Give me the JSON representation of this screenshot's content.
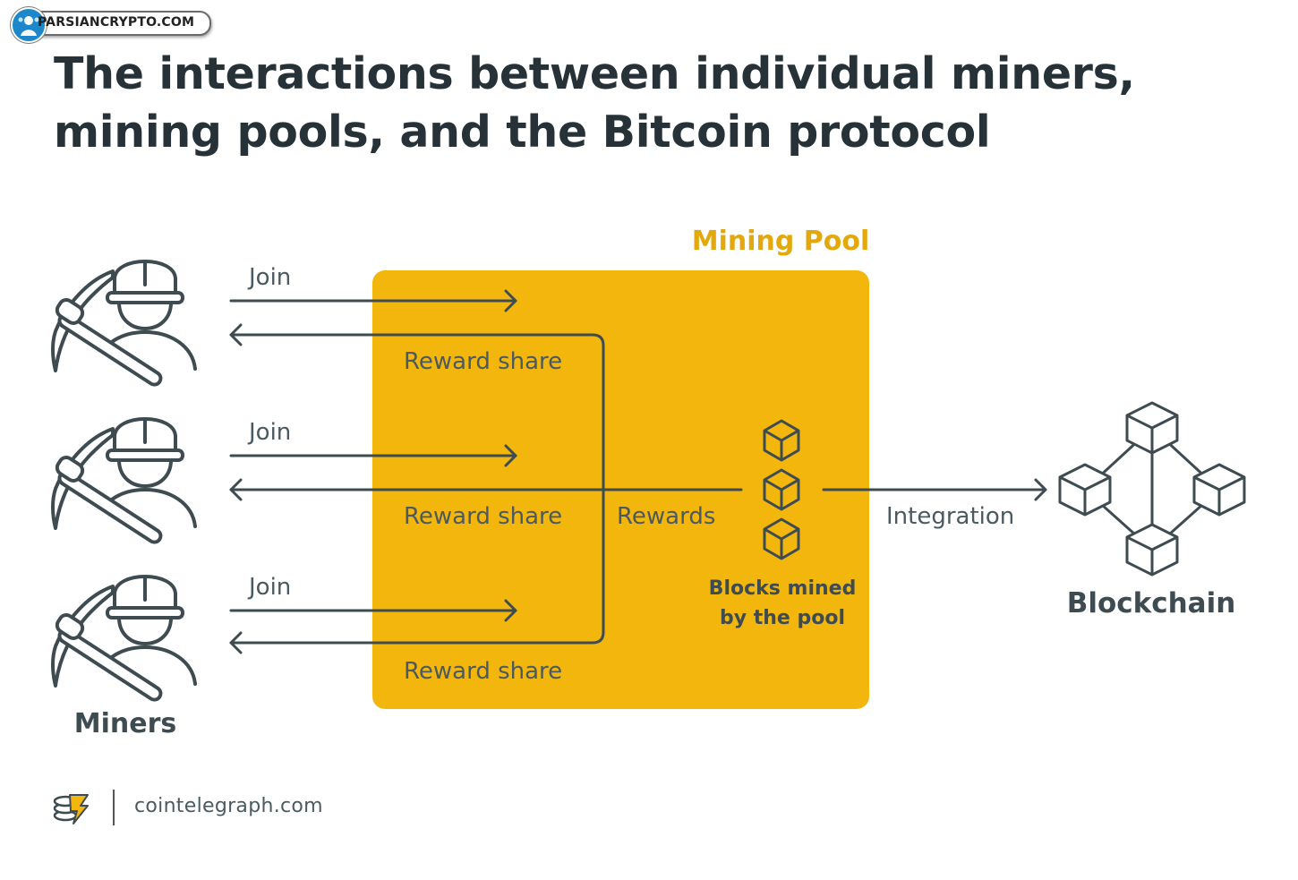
{
  "watermark": {
    "text": "PARSIANCRYPTO.COM"
  },
  "title": "The interactions between individual miners, mining pools, and the Bitcoin protocol",
  "colors": {
    "pool_fill": "#F3B60D",
    "pool_title": "#E3A80B",
    "line": "#3E4C52",
    "text": "#263238"
  },
  "diagram": {
    "pool_label": "Mining Pool",
    "miners_label": "Miners",
    "miners": [
      {
        "join_label": "Join",
        "reward_label": "Reward share"
      },
      {
        "join_label": "Join",
        "reward_label": "Reward share"
      },
      {
        "join_label": "Join",
        "reward_label": "Reward share"
      }
    ],
    "rewards_label": "Rewards",
    "blocks_caption": "Blocks mined by the pool",
    "integration_label": "Integration",
    "blockchain_label": "Blockchain",
    "icons": [
      "miner-icon",
      "block-cube-icon",
      "blockchain-network-icon",
      "cointelegraph-logo-icon"
    ]
  },
  "footer": {
    "site": "cointelegraph.com"
  }
}
